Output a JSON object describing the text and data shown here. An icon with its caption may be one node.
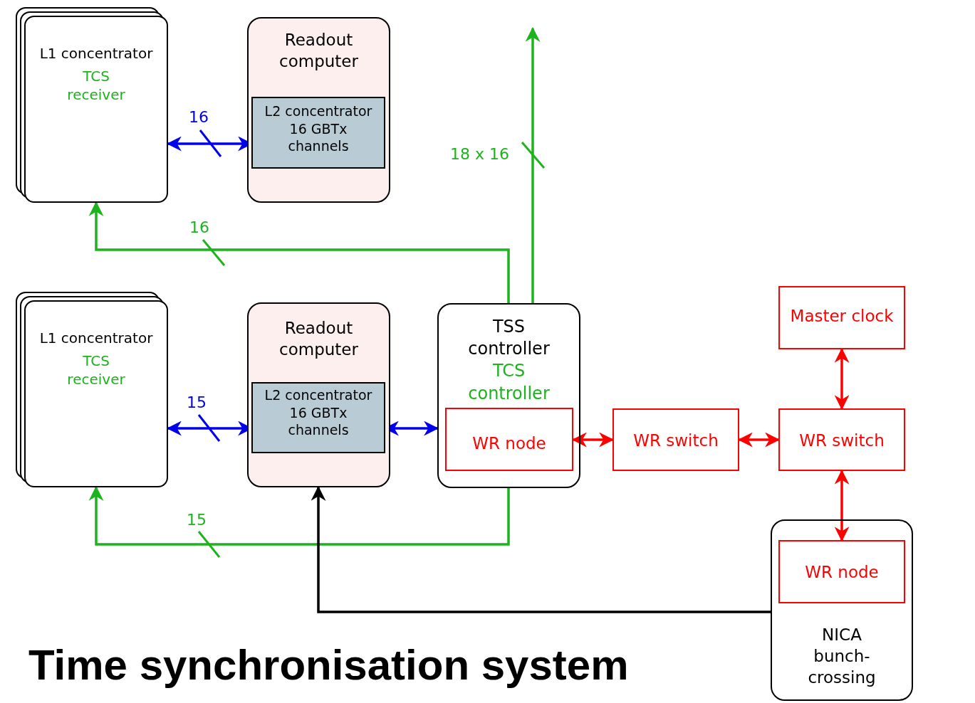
{
  "diagram": {
    "title": "Time synchronisation system",
    "nodes": [
      {
        "text": [
          "L1 concentrator",
          "TCS receiver"
        ]
      },
      {
        "text": [
          "Readout computer"
        ]
      },
      {
        "text": [
          "L2 concentrator",
          "16 GBTx channels"
        ],
        "in": 1
      },
      {
        "text": [
          "L1 concentrator",
          "TCS receiver"
        ]
      },
      {
        "text": [
          "Readout computer"
        ]
      },
      {
        "text": [
          "L2 concentrator",
          "16 GBTx channels"
        ],
        "in": 4
      },
      {
        "text": [
          "TSS controller",
          "TCS controller"
        ]
      },
      {
        "text": [
          "WR node"
        ],
        "in": 6
      },
      {
        "text": [
          "WR switch"
        ]
      },
      {
        "text": [
          "Master clock"
        ]
      },
      {
        "text": [
          "WR switch"
        ]
      },
      {
        "text": [
          "NICA bunch-crossing"
        ]
      },
      {
        "text": [
          "WR node"
        ],
        "in": 11
      }
    ],
    "edges": [
      {
        "from": 0,
        "to": 2,
        "arrow": "both",
        "label": "16",
        "color": "#0000ee"
      },
      {
        "from": 6,
        "to": 0,
        "arrow": "to",
        "label": "16",
        "color": "#1db31d"
      },
      {
        "from": 6,
        "to": null,
        "arrow": "to",
        "label": "18 x 16",
        "color": "#1db31d"
      },
      {
        "from": 3,
        "to": 5,
        "arrow": "both",
        "label": "15",
        "color": "#0000ee"
      },
      {
        "from": 5,
        "to": 6,
        "arrow": "both",
        "color": "#0000ee"
      },
      {
        "from": 6,
        "to": 3,
        "arrow": "to",
        "label": "15",
        "color": "#1db31d"
      },
      {
        "from": 11,
        "to": 4,
        "arrow": "to",
        "color": "#000000"
      },
      {
        "from": 7,
        "to": 8,
        "arrow": "both",
        "color": "#ff0000"
      },
      {
        "from": 8,
        "to": 10,
        "arrow": "both",
        "color": "#ff0000"
      },
      {
        "from": 9,
        "to": 10,
        "arrow": "both",
        "color": "#ff0000"
      },
      {
        "from": 10,
        "to": 12,
        "arrow": "both",
        "color": "#ff0000"
      }
    ]
  }
}
